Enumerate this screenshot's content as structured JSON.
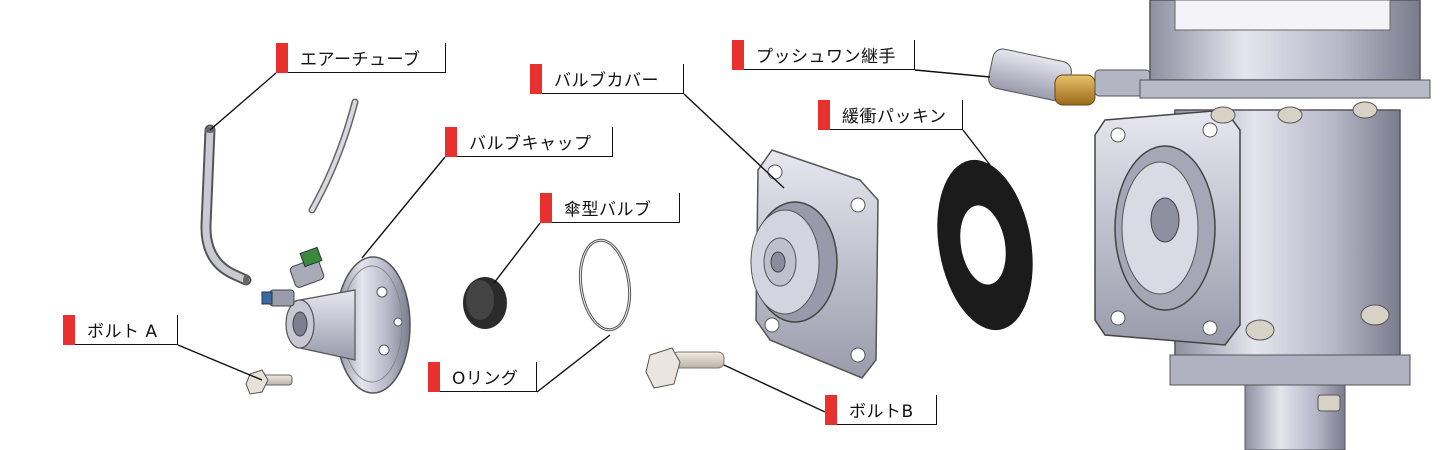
{
  "colors": {
    "marker": "#e8312f",
    "line": "#111111",
    "metal_light": "#dcdde6",
    "metal_mid": "#b3b4c4",
    "metal_dark": "#6f7080",
    "gasket": "#111111",
    "brass": "#c8962e"
  },
  "labels": {
    "air_tube": "エアーチューブ",
    "valve_cap": "バルブキャップ",
    "bolt_a": "ボルト A",
    "valve_cover": "バルブカバー",
    "umbrella_valve": "傘型バルブ",
    "o_ring": "Oリング",
    "push_one_fitting": "プッシュワン継手",
    "buffer_packing": "緩衝パッキン",
    "bolt_b": "ボルトB"
  }
}
